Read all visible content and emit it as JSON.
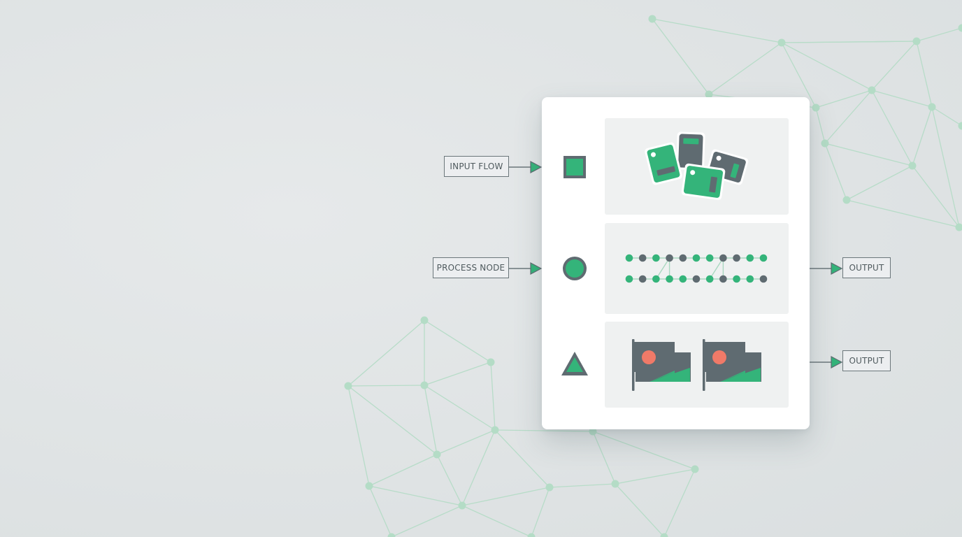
{
  "diagram": {
    "labels": {
      "input": "INPUT FLOW",
      "process": "PROCESS NODE",
      "output_1": "OUTPUT",
      "output_2": "OUTPUT"
    },
    "rows": [
      {
        "shape": "square",
        "illustration": "scattered-cards"
      },
      {
        "shape": "circle",
        "illustration": "dot-chains"
      },
      {
        "shape": "triangle",
        "illustration": "flags"
      }
    ]
  },
  "colors": {
    "green": "#34b47a",
    "slate": "#5f6b71",
    "coral": "#f07a68",
    "network_line": "#b7dcc8",
    "network_node": "#b4dcc6"
  }
}
